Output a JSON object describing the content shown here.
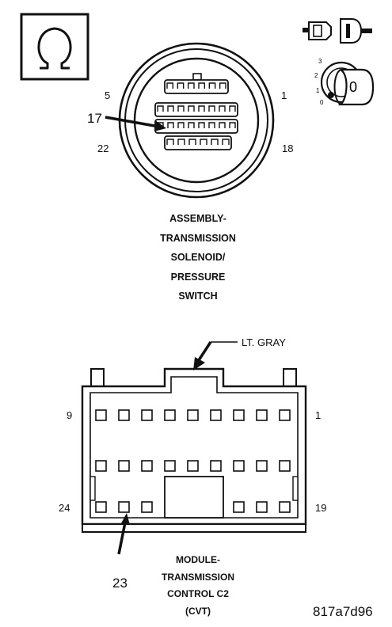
{
  "connector1": {
    "pin_labels": {
      "top_left": "5",
      "top_right": "1",
      "bottom_left": "22",
      "bottom_right": "18",
      "callout": "17"
    },
    "caption_lines": [
      "ASSEMBLY-",
      "TRANSMISSION",
      "SOLENOID/",
      "PRESSURE",
      "SWITCH"
    ]
  },
  "ignition": {
    "positions": [
      "3",
      "2",
      "1",
      "0"
    ],
    "key_label": "0"
  },
  "connector2": {
    "color_callout": "LT. GRAY",
    "pin_labels": {
      "top_left": "9",
      "top_right": "1",
      "bottom_left": "24",
      "bottom_right": "19",
      "callout": "23"
    },
    "caption_lines": [
      "MODULE-",
      "TRANSMISSION",
      "CONTROL C2",
      "(CVT)"
    ]
  },
  "figure_id": "817a7d96"
}
